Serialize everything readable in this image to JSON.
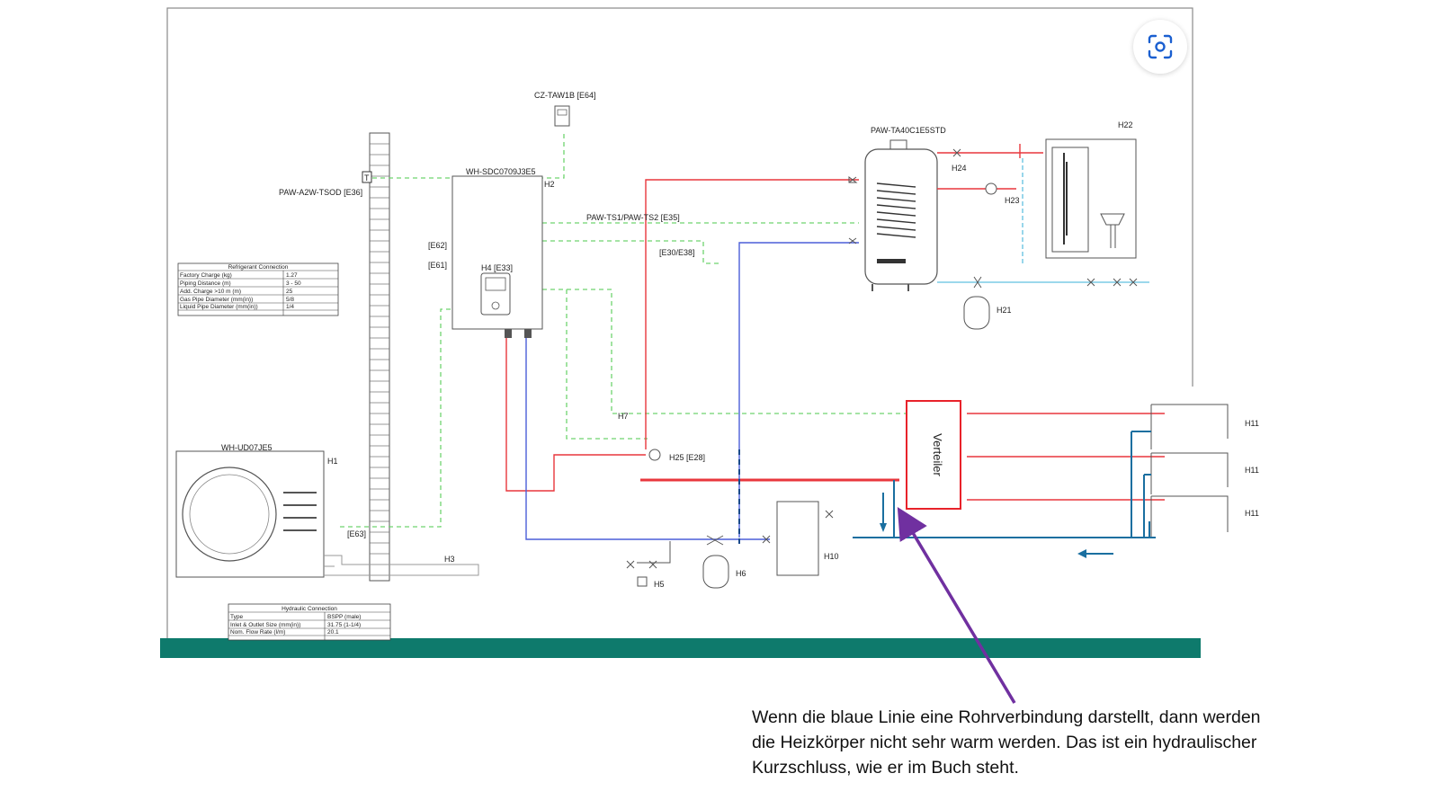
{
  "colors": {
    "supply": "#e8373d",
    "return": "#4b5fd8",
    "signal": "#6fd46f",
    "annotation_arrow": "#7030a0",
    "blue_line": "#1a6fa0",
    "accent_band": "#0e7a6c"
  },
  "icons": {
    "lens_button": "scan-lens-icon"
  },
  "units": {
    "sensor": "PAW-A2W-TSOD [E36]",
    "sensor_tag": "T",
    "indoor": "WH-SDC0709J3E5",
    "indoor_tag": "H2",
    "remote": "CZ-TAW1B [E64]",
    "tank": "PAW-TA40C1E5STD",
    "outdoor": "WH-UD07JE5",
    "outdoor_tag": "H1",
    "ts_sensors": "PAW-TS1/PAW-TS2 [E35]",
    "e30": "[E30/E38]",
    "e62": "[E62]",
    "e61": "[E61]",
    "e63": "[E63]",
    "controller": "H4 [E33]",
    "h3": "H3",
    "h5": "H5",
    "h6": "H6",
    "h7": "H7",
    "h10": "H10",
    "h21": "H21",
    "h22": "H22",
    "h23": "H23",
    "h24": "H24",
    "h25": "H25 [E28]",
    "h11a": "H11",
    "h11b": "H11",
    "h11c": "H11",
    "verteiler": "Verteiler"
  },
  "refrigerant_table": {
    "title": "Refrigerant Connection",
    "rows": [
      [
        "Factory Charge (kg)",
        "1.27"
      ],
      [
        "Piping Distance (m)",
        "3 - 50"
      ],
      [
        "Add. Charge >10 m (m)",
        "25"
      ],
      [
        "Gas Pipe Diameter (mm(in))",
        "5/8"
      ],
      [
        "Liquid Pipe Diameter (mm(in))",
        "1/4"
      ]
    ]
  },
  "hydraulic_table": {
    "title": "Hydraulic Connection",
    "rows": [
      [
        "Type",
        "BSPP (male)"
      ],
      [
        "Inlet & Outlet Size (mm(in))",
        "31.75 (1-1/4)"
      ],
      [
        "Nom. Flow Rate (l/m)",
        "20.1"
      ]
    ]
  },
  "annotation": {
    "lines": [
      "Wenn die blaue Linie  eine Rohrverbindung darstellt, dann werden",
      "die Heizkörper nicht sehr warm werden. Das ist ein hydraulischer",
      "Kurzschluss, wie er im Buch steht."
    ]
  }
}
